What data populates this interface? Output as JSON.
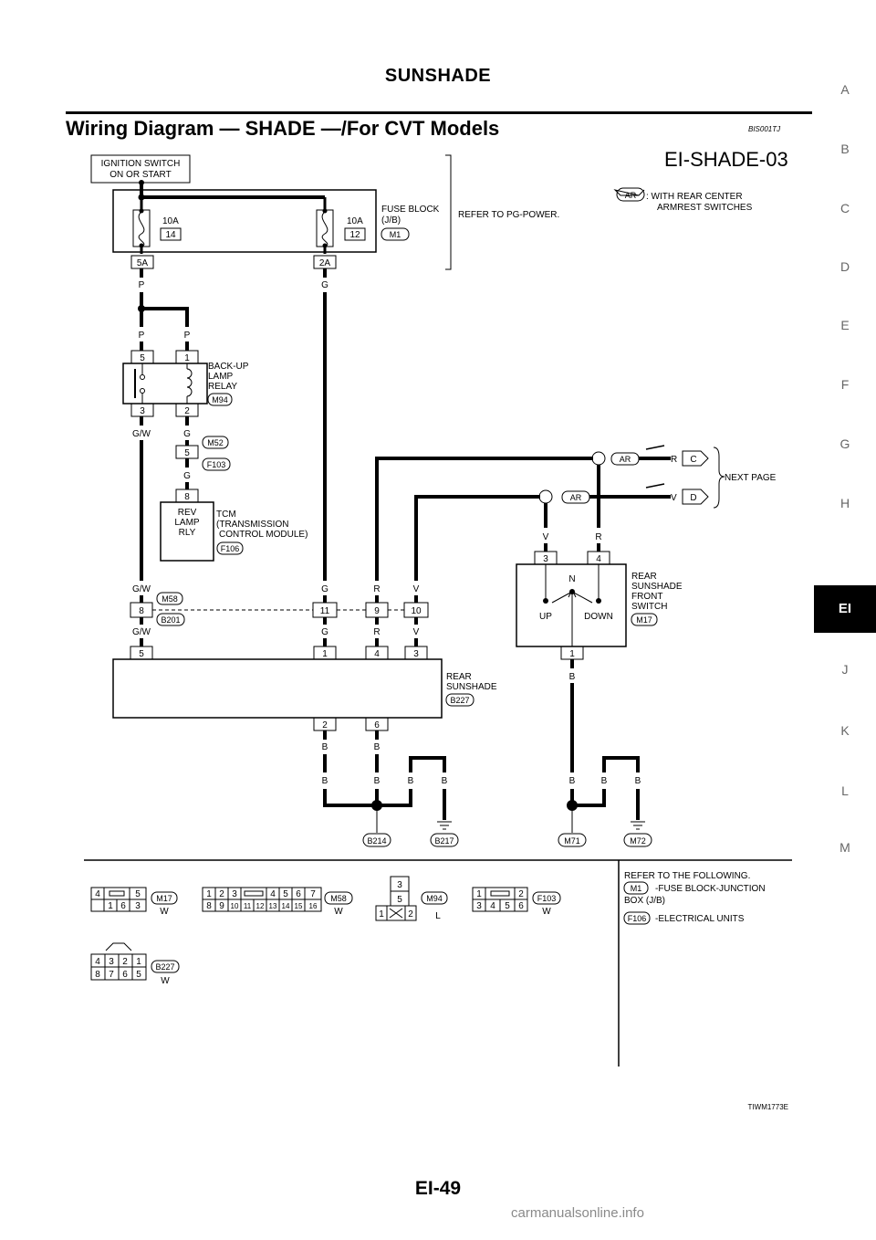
{
  "header": {
    "title": "SUNSHADE"
  },
  "section": {
    "title": "Wiring Diagram — SHADE —/For CVT Models",
    "code": "BIS001TJ"
  },
  "side_tabs": [
    "A",
    "B",
    "C",
    "D",
    "E",
    "F",
    "G",
    "H",
    "EI",
    "J",
    "K",
    "L",
    "M"
  ],
  "active_tab": "EI",
  "diagram": {
    "id": "EI-SHADE-03",
    "ignition": [
      "IGNITION SWITCH",
      "ON OR START"
    ],
    "fuse_block": {
      "label": [
        "FUSE BLOCK",
        "(J/B)"
      ],
      "connector": "M1",
      "fuse1": {
        "amp": "10A",
        "no": "14",
        "pin": "5A"
      },
      "fuse2": {
        "amp": "10A",
        "no": "12",
        "pin": "2A"
      }
    },
    "refer": "REFER TO PG-POWER.",
    "legend": {
      "code": "AR",
      "text": [
        ": WITH REAR CENTER",
        "ARMREST SWITCHES"
      ]
    },
    "relay": {
      "label": [
        "BACK-UP",
        "LAMP",
        "RELAY"
      ],
      "connector": "M94",
      "pins": {
        "p5": "5",
        "p1": "1",
        "p3": "3",
        "p2": "2"
      }
    },
    "join": {
      "conn1": "M52",
      "pin": "5",
      "conn2": "F103"
    },
    "tcm": {
      "label": [
        "TCM",
        "(TRANSMISSION",
        "CONTROL MODULE)"
      ],
      "connector": "F106",
      "inner": [
        "REV",
        "LAMP",
        "RLY"
      ],
      "pin": "8"
    },
    "switch": {
      "label": [
        "REAR",
        "SUNSHADE",
        "FRONT",
        "SWITCH"
      ],
      "connector": "M17",
      "pins": {
        "p3": "3",
        "p4": "4",
        "p1": "1"
      },
      "up": "UP",
      "down": "DOWN",
      "n": "N"
    },
    "next_page": {
      "label": "NEXT PAGE",
      "c": "C",
      "d": "D"
    },
    "joint": {
      "conn1": "M58",
      "conn2": "B201",
      "pins": {
        "p8": "8",
        "p11": "11",
        "p9": "9",
        "p10": "10"
      }
    },
    "sunshade": {
      "label": [
        "REAR",
        "SUNSHADE"
      ],
      "connector": "B227",
      "pins": {
        "p5": "5",
        "p1": "1",
        "p4": "4",
        "p3": "3",
        "p2": "2",
        "p6": "6"
      }
    },
    "colors": {
      "P": "P",
      "G": "G",
      "GW": "G/W",
      "R": "R",
      "V": "V",
      "B": "B"
    },
    "grounds": [
      "B214",
      "B217",
      "M71",
      "M72"
    ],
    "reference": {
      "title": "REFER TO THE FOLLOWING.",
      "m1_code": "M1",
      "m1_text": [
        "-FUSE BLOCK-JUNCTION",
        "BOX (J/B)"
      ],
      "f106_code": "F106",
      "f106_text": "-ELECTRICAL UNITS"
    },
    "connectors": [
      {
        "code": "M17",
        "color": "W",
        "pins": [
          "4",
          "5",
          "1",
          "6",
          "3"
        ]
      },
      {
        "code": "M58",
        "color": "W",
        "pins": [
          "1",
          "2",
          "3",
          "4",
          "5",
          "6",
          "7",
          "8",
          "9",
          "10",
          "11",
          "12",
          "13",
          "14",
          "15",
          "16"
        ]
      },
      {
        "code": "M94",
        "color": "L",
        "pins": [
          "3",
          "5",
          "1",
          "2"
        ]
      },
      {
        "code": "F103",
        "color": "W",
        "pins": [
          "1",
          "2",
          "3",
          "4",
          "5",
          "6"
        ]
      },
      {
        "code": "B227",
        "color": "W",
        "pins": [
          "4",
          "3",
          "2",
          "1",
          "8",
          "7",
          "6",
          "5"
        ]
      }
    ],
    "figure_code": "TIWM1773E"
  },
  "footer": {
    "page": "EI-49",
    "watermark": "carmanualsonline.info"
  }
}
